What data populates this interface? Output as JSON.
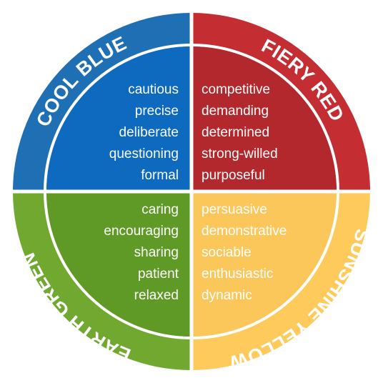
{
  "colors": {
    "blue_outer": "#1f6fb5",
    "blue_inner": "#0d6abf",
    "red_outer": "#c42e32",
    "red_inner": "#b3282d",
    "green_outer": "#70a830",
    "green_inner": "#5f9a27",
    "yellow_outer": "#ffca5c",
    "yellow_inner": "#fcc75a",
    "divider": "#ffffff",
    "text": "#ffffff"
  },
  "quadrants": {
    "blue": {
      "label": "COOL BLUE",
      "traits": [
        "cautious",
        "precise",
        "deliberate",
        "questioning",
        "formal"
      ]
    },
    "red": {
      "label": "FIERY RED",
      "traits": [
        "competitive",
        "demanding",
        "determined",
        "strong-willed",
        "purposeful"
      ]
    },
    "green": {
      "label": "EARTH GREEN",
      "traits": [
        "caring",
        "encouraging",
        "sharing",
        "patient",
        "relaxed"
      ]
    },
    "yellow": {
      "label": "SUNSHINE YELLOW",
      "traits": [
        "persuasive",
        "demonstrative",
        "sociable",
        "enthusiastic",
        "dynamic"
      ]
    }
  }
}
